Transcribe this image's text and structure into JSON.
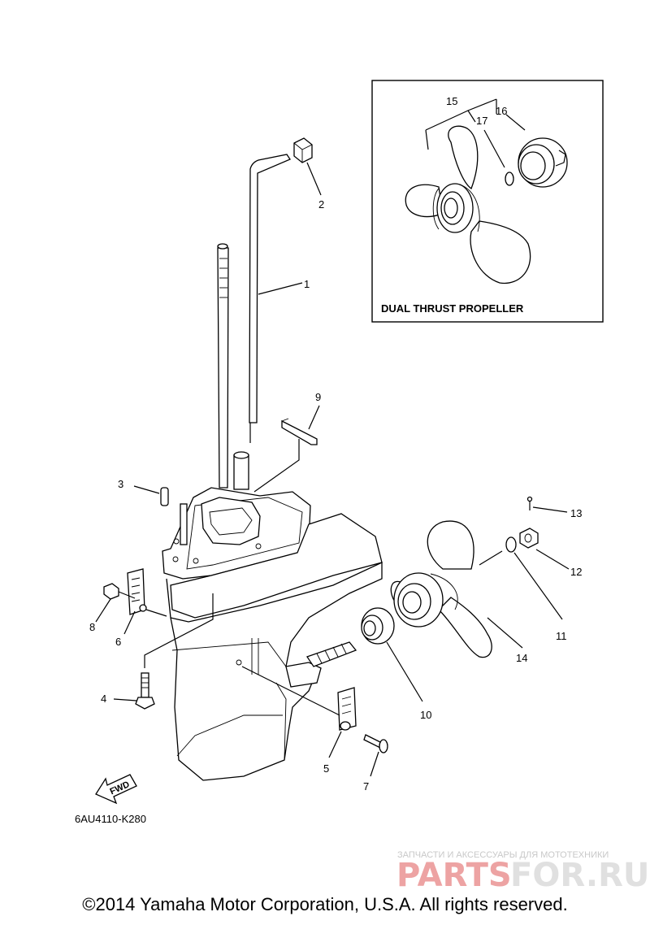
{
  "inset": {
    "caption": "DUAL THRUST PROPELLER"
  },
  "callouts": {
    "c1": "1",
    "c2": "2",
    "c3": "3",
    "c4": "4",
    "c5": "5",
    "c6": "6",
    "c7": "7",
    "c8": "8",
    "c9": "9",
    "c10": "10",
    "c11": "11",
    "c12": "12",
    "c13": "13",
    "c14": "14",
    "c15": "15",
    "c16": "16",
    "c17": "17"
  },
  "fwd_label": "FWD",
  "diagram_code": "6AU4110-K280",
  "watermark": {
    "tagline": "ЗАПЧАСТИ И АКСЕССУАРЫ ДЛЯ МОТОТЕХНИКИ",
    "brand_left": "PARTS",
    "brand_right": "FOR.RU"
  },
  "copyright": "©2014 Yamaha Motor Corporation, U.S.A. All rights reserved."
}
